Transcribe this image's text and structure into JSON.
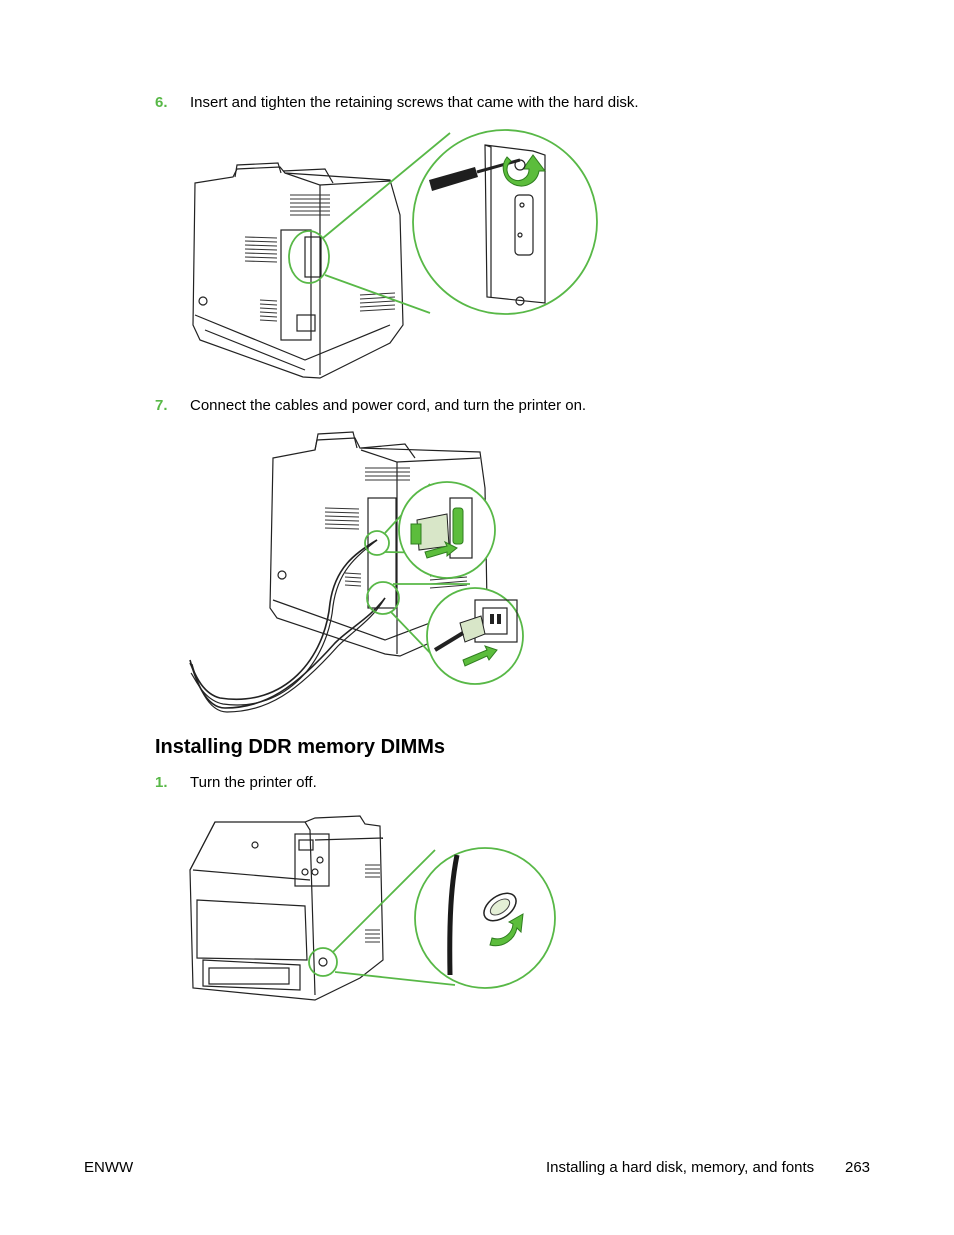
{
  "steps": [
    {
      "number": "6.",
      "text": "Insert and tighten the retaining screws that came with the hard disk."
    },
    {
      "number": "7.",
      "text": "Connect the cables and power cord, and turn the printer on."
    },
    {
      "number": "1.",
      "text": "Turn the printer off."
    }
  ],
  "section_heading": "Installing DDR memory DIMMs",
  "footer": {
    "left": "ENWW",
    "section": "Installing a hard disk, memory, and fonts",
    "page_number": "263"
  },
  "colors": {
    "accent_green": "#58b847",
    "text": "#000000"
  },
  "illustrations": [
    "printer-rear-screw-illustration",
    "printer-cable-connection-illustration",
    "printer-power-off-illustration"
  ]
}
